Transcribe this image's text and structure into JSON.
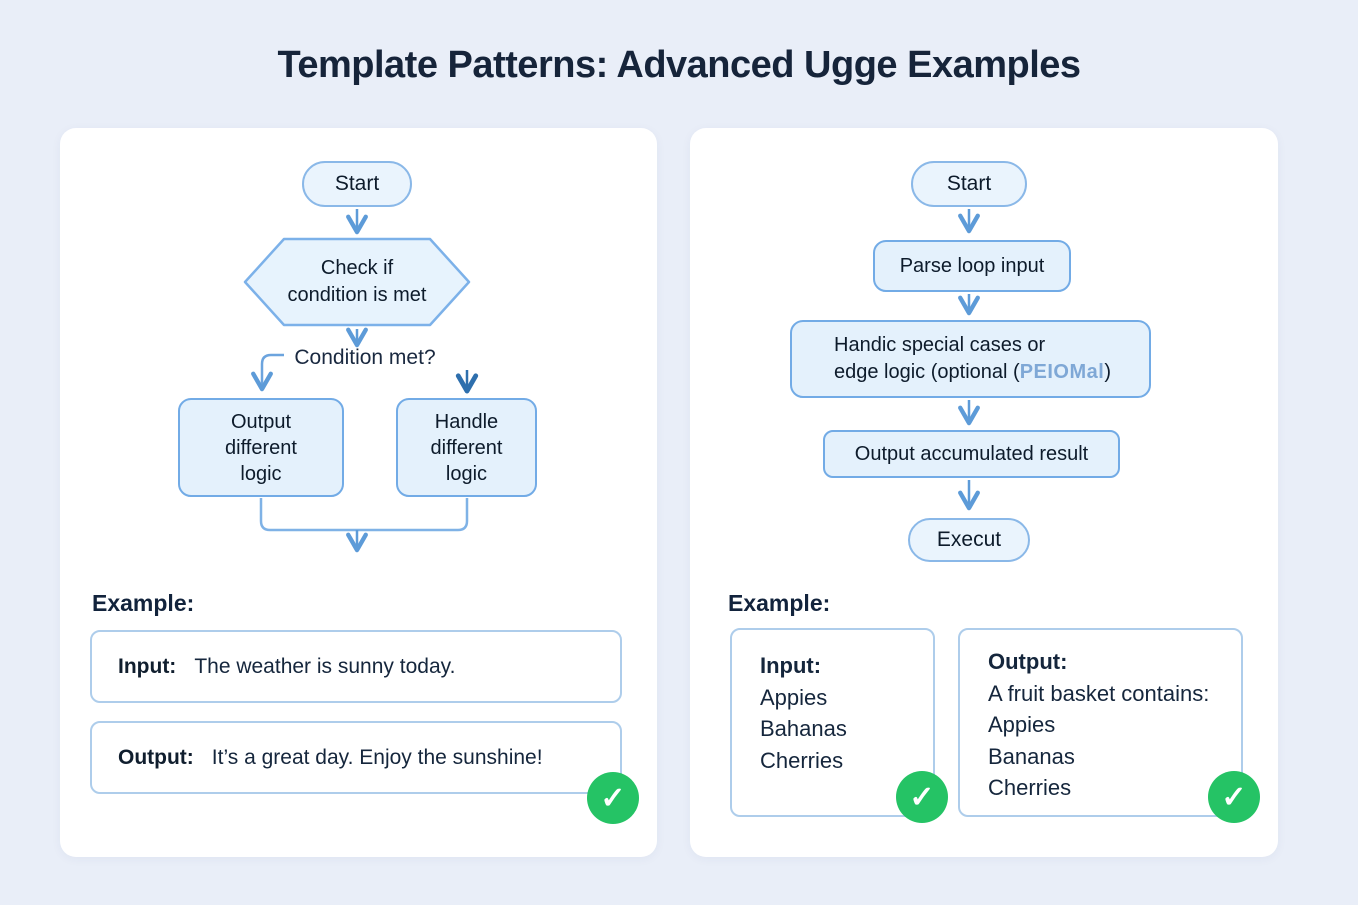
{
  "title": "Template Patterns: Advanced Ugge Examples",
  "colors": {
    "background": "#e9eef8",
    "node_fill": "#e4f1fc",
    "node_border": "#72abe6",
    "arrow_light": "#5d9bd8",
    "arrow_dark": "#2e6fad",
    "check_green": "#25c365"
  },
  "left_panel": {
    "flow": {
      "start": "Start",
      "decision": "Check if\ncondition is met",
      "condition_label": "Condition met?",
      "branch_left": "Output\ndifferent\nlogic",
      "branch_right": "Handle\ndifferent\nlogic"
    },
    "example": {
      "heading": "Example:",
      "input_label": "Input:",
      "input_text": "The weather is sunny today.",
      "output_label": "Output:",
      "output_text": "It’s a great day. Enjoy the sunshine!",
      "check_icon": "✓"
    }
  },
  "right_panel": {
    "flow": {
      "start": "Start",
      "step1": "Parse loop input",
      "step2_line1": "Handic special cases or",
      "step2_line2_prefix": "edge logic (optional (",
      "step2_odd_text": "PEIOMal",
      "step2_line2_suffix": ")",
      "step3": "Output accumulated result",
      "end": "Execut"
    },
    "example": {
      "heading": "Example:",
      "input_lines": [
        "Input:",
        "Appies",
        "Bahanas",
        "Cherries"
      ],
      "output_lines": [
        "Output:",
        "A fruit basket contains:",
        "Appies",
        "Bananas",
        "Cherries"
      ],
      "check_icon": "✓"
    }
  }
}
